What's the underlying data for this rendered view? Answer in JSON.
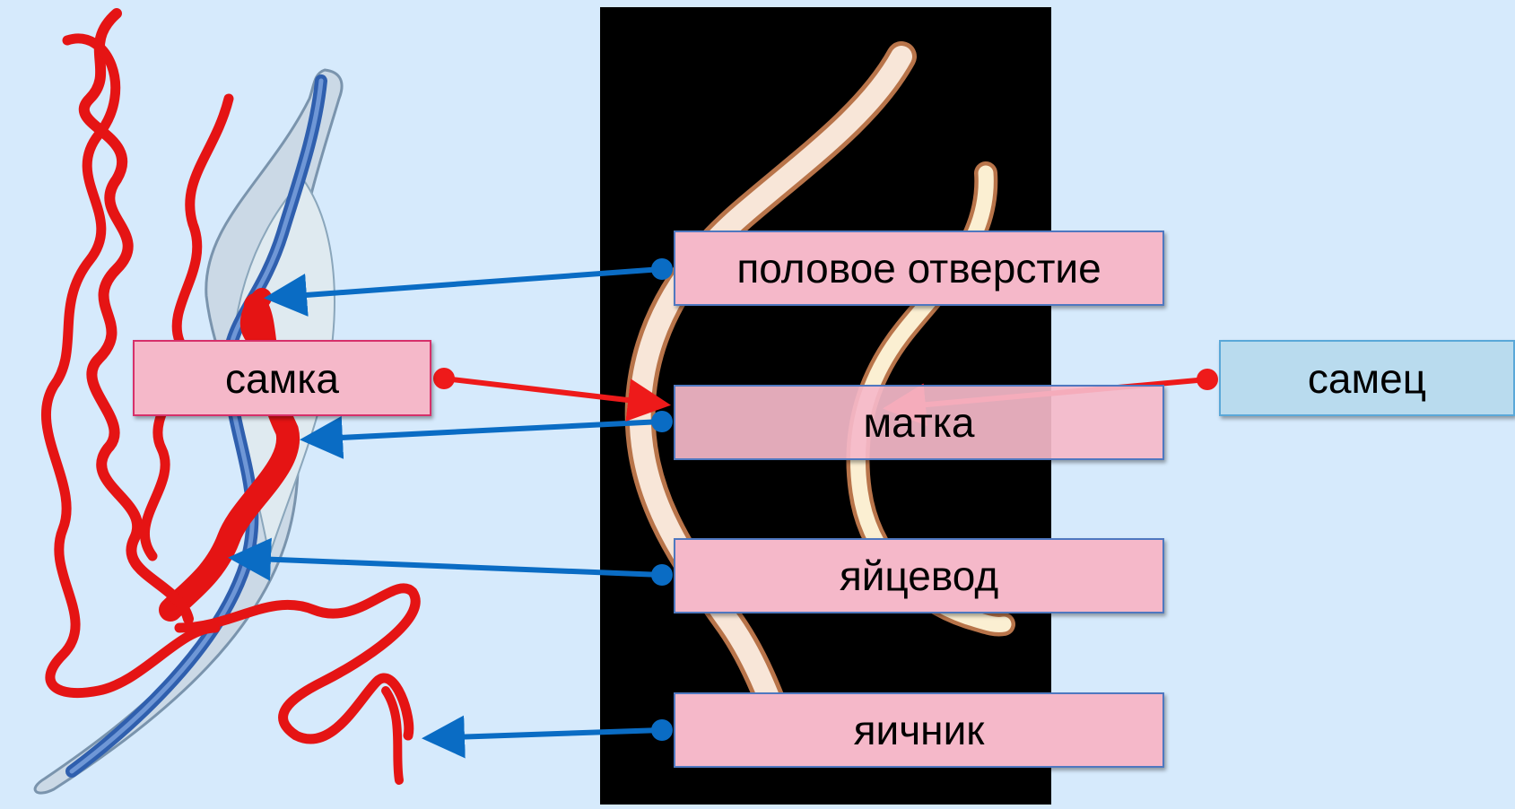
{
  "labels": {
    "genital_opening": "половое отверстие",
    "female": "самка",
    "male": "самец",
    "uterus": "матка",
    "oviduct": "яйцевод",
    "ovary": "яичник"
  },
  "colors": {
    "background": "#d6eafc",
    "label_fill_pink": "#f5b8c9",
    "label_fill_blue": "#b9dbee",
    "arrow_blue": "#0a6cc4",
    "arrow_red": "#ee1a1a",
    "organ_red": "#e51414",
    "worm_body": "#c9d8e8",
    "worm_gut": "#2f5fae"
  },
  "icons": {
    "female_worm": "roundworm-female-anatomy",
    "photo": "roundworms-photo"
  }
}
